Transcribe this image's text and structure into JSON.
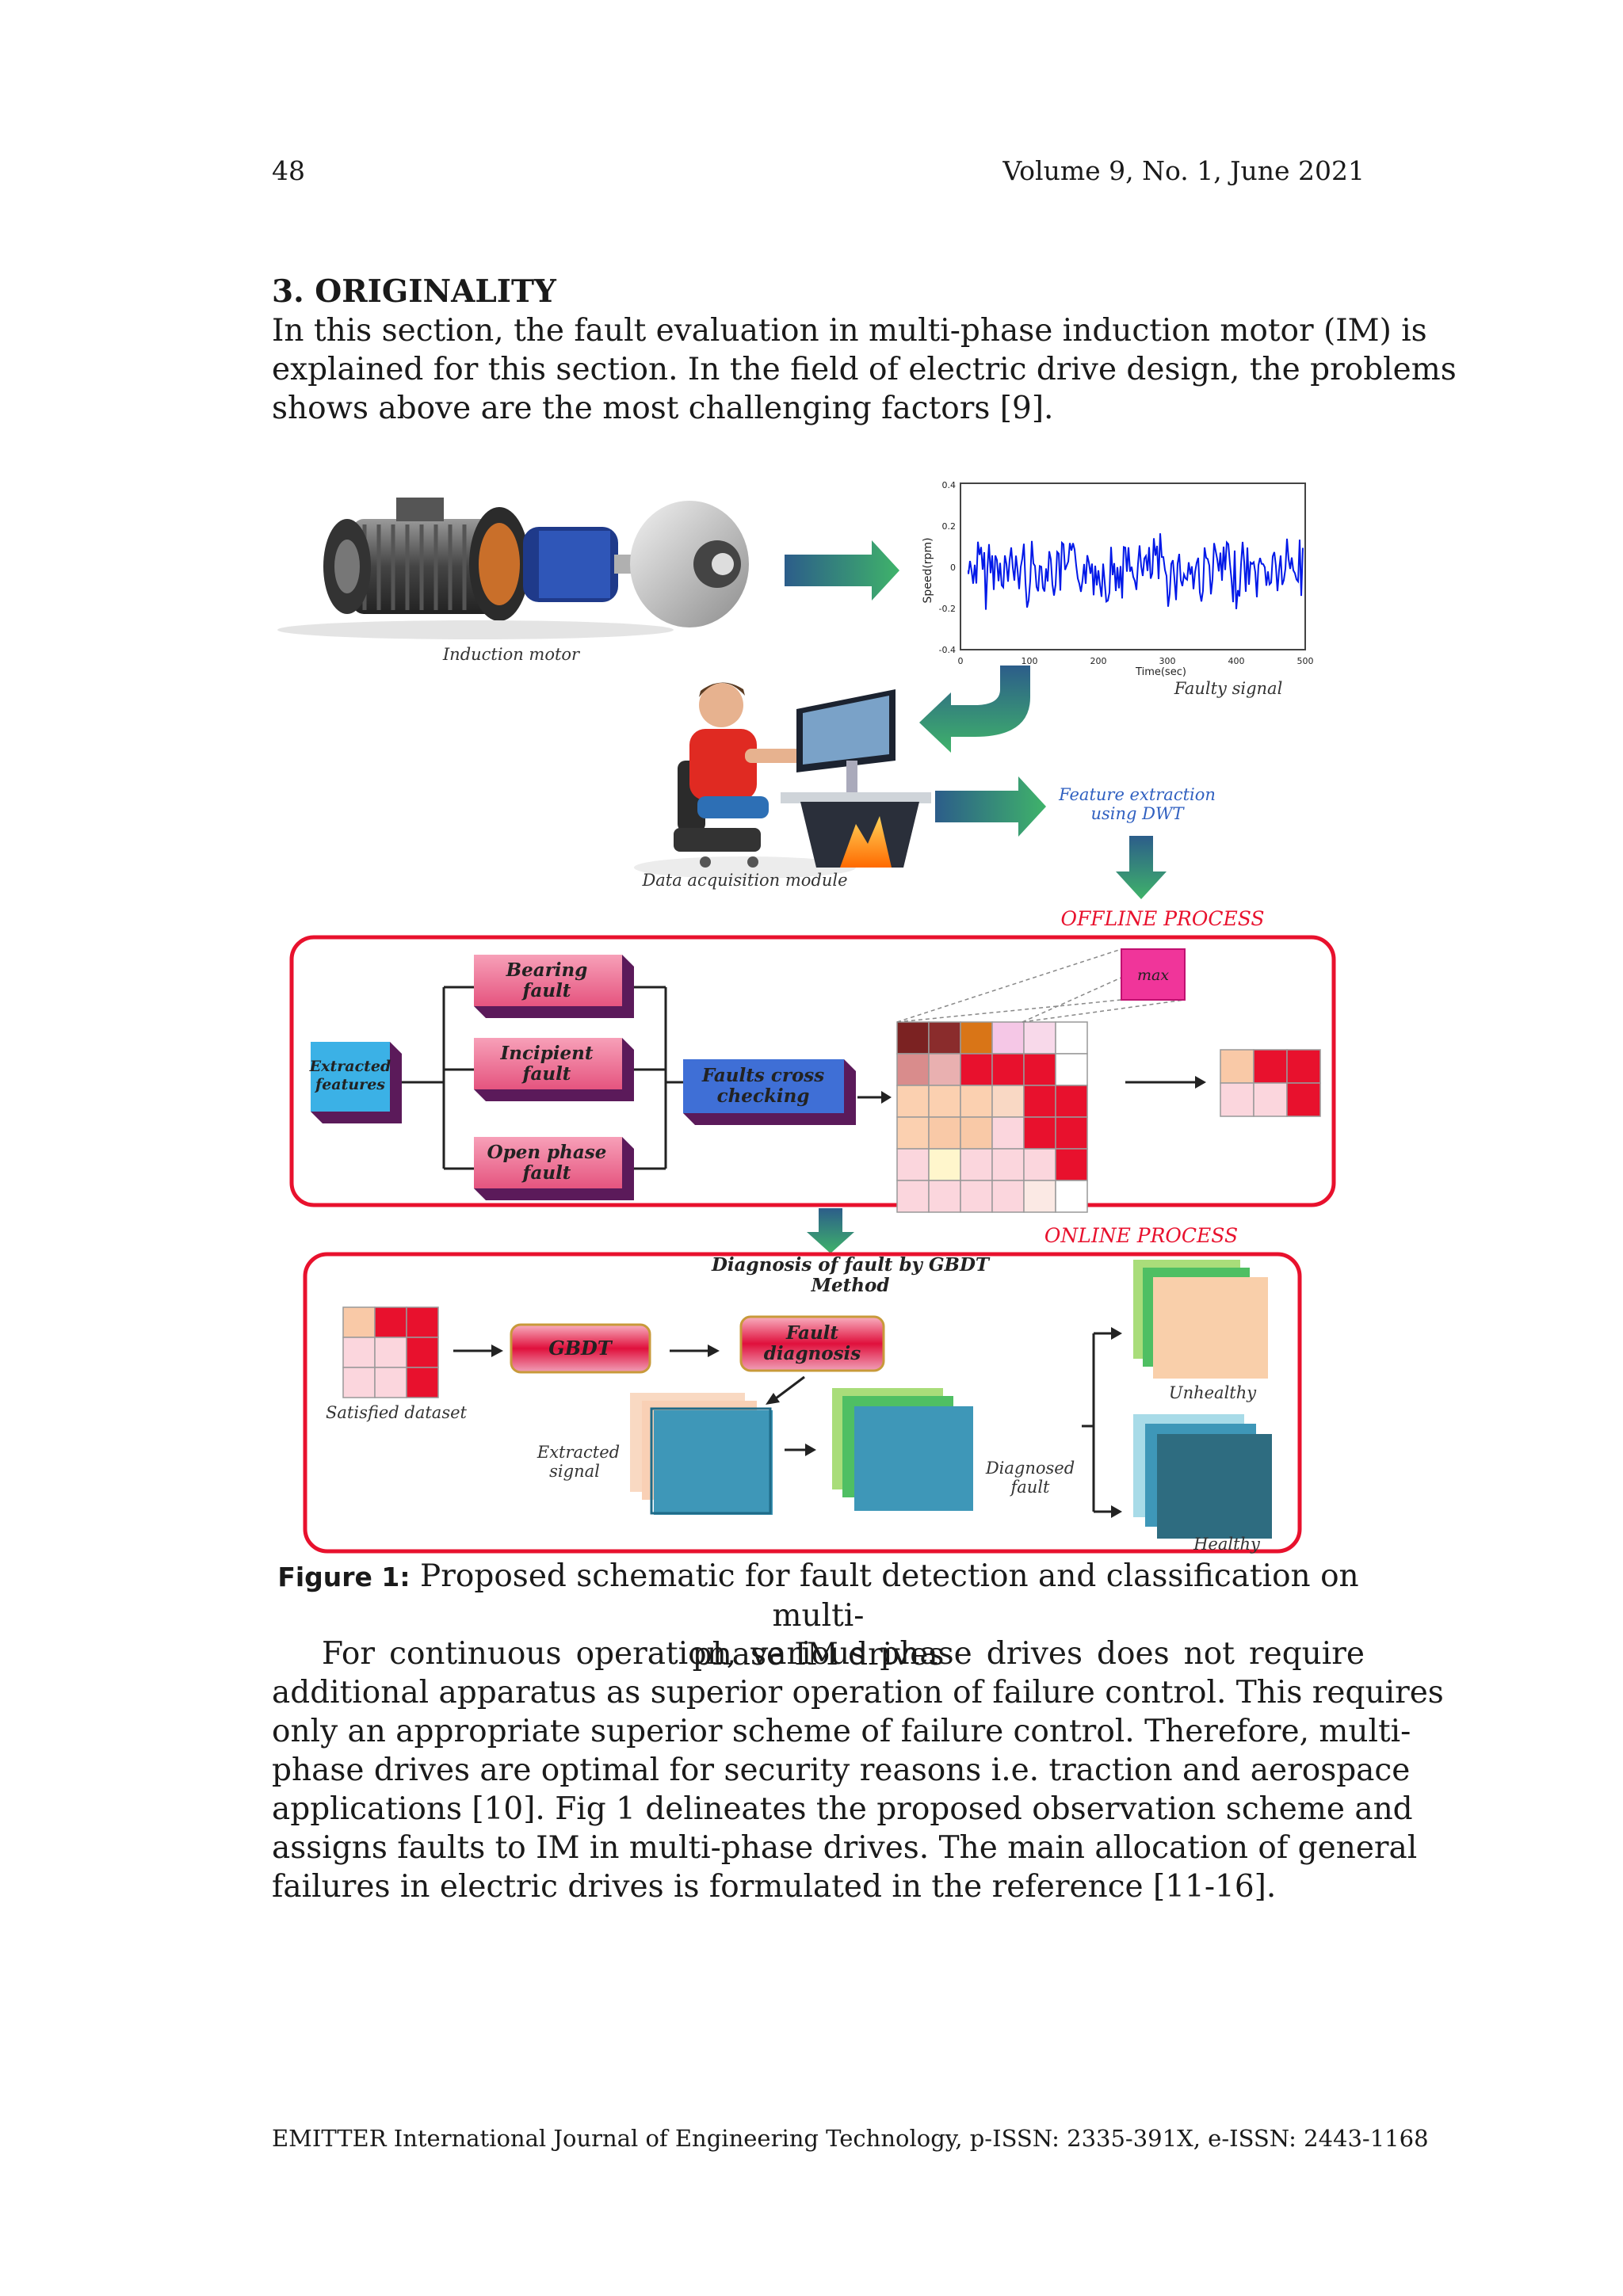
{
  "header": {
    "page_number": "48",
    "volume": "Volume 9, No. 1, June 2021"
  },
  "section": {
    "title": "3. ORIGINALITY",
    "lines": [
      "In this section, the fault evaluation in multi-phase induction motor (IM) is",
      "explained for this section. In the field of electric drive design, the problems",
      "shows above are the most challenging factors [9]."
    ]
  },
  "figure": {
    "labels": {
      "induction_motor": "Induction motor",
      "faulty_signal": "Faulty signal",
      "data_acquisition": "Data acquisition module",
      "feature_extraction_1": "Feature extraction",
      "feature_extraction_2": "using DWT",
      "offline_process": "OFFLINE PROCESS",
      "online_process": "ONLINE PROCESS",
      "max": "max",
      "extracted_features_1": "Extracted",
      "extracted_features_2": "features",
      "bearing_fault_1": "Bearing",
      "bearing_fault_2": "fault",
      "incipient_fault_1": "Incipient",
      "incipient_fault_2": "fault",
      "open_phase_fault_1": "Open phase",
      "open_phase_fault_2": "fault",
      "faults_cross_1": "Faults cross",
      "faults_cross_2": "checking",
      "diagnosis_title_1": "Diagnosis of fault by GBDT",
      "diagnosis_title_2": "Method",
      "gbdt": "GBDT",
      "fault_diagnosis_1": "Fault",
      "fault_diagnosis_2": "diagnosis",
      "satisfied_dataset": "Satisfied dataset",
      "extracted_signal_1": "Extracted",
      "extracted_signal_2": "signal",
      "diagnosed_fault_1": "Diagnosed",
      "diagnosed_fault_2": "fault",
      "unhealthy": "Unhealthy",
      "healthy": "Healthy"
    },
    "plot": {
      "ylabel": "Speed(rpm)",
      "xlabel": "Time(sec)",
      "yticks": [
        "0.4",
        "0.2",
        "0",
        "-0.2",
        "-0.4"
      ],
      "xticks": [
        "0",
        "100",
        "200",
        "300",
        "400",
        "500"
      ]
    },
    "caption_label": "Figure 1:",
    "caption_text_1": "Proposed schematic for fault detection and classification on multi-",
    "caption_text_2": "phase IM drives"
  },
  "body": {
    "lines": [
      "For continuous operation, various phase drives does not require",
      "additional apparatus as superior operation of failure control. This requires",
      "only an appropriate superior scheme of failure control. Therefore, multi-",
      "phase drives are optimal for security reasons i.e. traction and aerospace",
      "applications [10]. Fig 1 delineates the proposed observation scheme and",
      "assigns faults to IM in multi-phase drives. The main allocation of general",
      "failures in electric drives is formulated in the reference [11-16]."
    ]
  },
  "footer": "EMITTER International Journal of Engineering Technology, p-ISSN: 2335-391X, e-ISSN: 2443-1168",
  "colors": {
    "accent_red": "#e8112d",
    "blue_text": "#3060c0",
    "arrow_green": "#3aa55a"
  }
}
